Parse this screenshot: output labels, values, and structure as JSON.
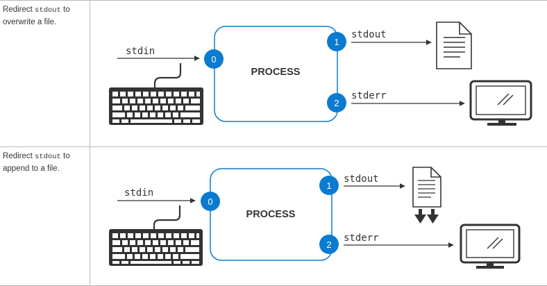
{
  "rows": [
    {
      "caption": {
        "before": "Redirect ",
        "code": "stdout",
        "after": " to overwrite a file."
      },
      "diagram": {
        "stdin": "stdin",
        "process": "PROCESS",
        "stdout": "stdout",
        "stderr": "stderr",
        "fd_in": "0",
        "fd_out": "1",
        "fd_err": "2"
      }
    },
    {
      "caption": {
        "before": "Redirect ",
        "code": "stdout",
        "after": " to append to a file."
      },
      "diagram": {
        "stdin": "stdin",
        "process": "PROCESS",
        "stdout": "stdout",
        "stderr": "stderr",
        "fd_in": "0",
        "fd_out": "1",
        "fd_err": "2"
      }
    }
  ],
  "colors": {
    "accent": "#0a7bd0",
    "line": "#333333",
    "border": "#b9b9b9"
  },
  "icons": [
    "keyboard-icon",
    "document-icon",
    "monitor-icon",
    "append-arrows-icon"
  ]
}
